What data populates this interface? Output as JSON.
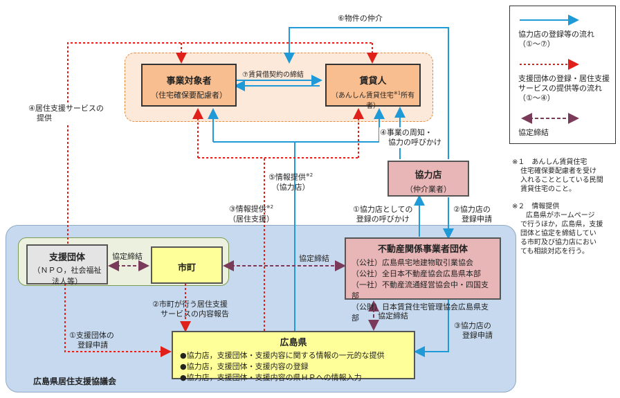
{
  "regions": {
    "council": "広島県居住支援協議会"
  },
  "nodes": {
    "jigyo": {
      "title": "事業対象者",
      "sub": "（住宅確保要配慮者）"
    },
    "chintai": {
      "title": "賃貸人",
      "sub_pre": "（あんしん賃貸住宅",
      "sub_sup": "※1",
      "sub_post": "所有者）"
    },
    "kyoryokuten": {
      "title": "協力店",
      "sub": "（仲介業者）"
    },
    "shien": {
      "title": "支援団体",
      "sub1": "（ＮＰＯ，社会福祉",
      "sub2": "法人等）"
    },
    "shicho": {
      "title": "市町"
    },
    "fudosan": {
      "title": "不動産関係事業者団体",
      "lines": [
        "（公社）広島県宅地建物取引業協会",
        "（公社）全日本不動産協会広島県本部",
        "（一社）不動産流通経営協会中・四国支部",
        "（公財）日本賃貸住宅管理協会広島県支部"
      ]
    },
    "hiroshima": {
      "title": "広島県",
      "lines": [
        "●協力店，支援団体・支援内容に関する情報の一元的な提供",
        "●協力店，支援団体・支援内容の登録",
        "●協力店，支援団体・支援内容の県ＨＰへの情報入力"
      ]
    }
  },
  "labels": {
    "l6": "⑥物件の仲介",
    "l7": "⑦賃貸借契約の締結",
    "l4a": "④居住支援サービスの",
    "l4b": "提供",
    "l4c": "④事業の周知・",
    "l4d": "協力の呼びかけ",
    "l5a": "⑤情報提供",
    "l5sup": "※2",
    "l5b": "（協力店）",
    "l3a": "③情報提供",
    "l3sup": "※2",
    "l3b": "（居住支援）",
    "l1a": "①協力店としての",
    "l1b": "登録の呼びかけ",
    "l2a": "②協力店の",
    "l2b": "登録申請",
    "kyotei1": "協定締結",
    "kyotei2": "協定締結",
    "kyotei3": "協定締結",
    "l2c": "②市町が行う居住支援",
    "l2d": "サービスの内容報告",
    "l1c": "①支援団体の",
    "l1d": "登録申請",
    "l3c": "③協力店の",
    "l3d": "登録申請"
  },
  "legend": {
    "item1a": "協力店の登録等の流れ",
    "item1b": "（①～⑦）",
    "item2a": "支援団体の登録・居住支援",
    "item2b": "サービスの提供等の流れ",
    "item2c": "（①～④）",
    "item3": "協定締結"
  },
  "notes": {
    "n1a": "※１　あんしん賃貸住宅",
    "n1b": "住宅確保要配慮者を受け",
    "n1c": "入れることとしている民間",
    "n1d": "賃貸住宅のこと。",
    "n2a": "※２　情報提供",
    "n2b": "広島県がホームページ",
    "n2c": "で行うほか，広島県，支援",
    "n2d": "団体と協定を締結してい",
    "n2e": "る市町及び協力店におい",
    "n2f": "ても相談対応を行う。"
  },
  "colors": {
    "blue_flow": "#1f9ad6",
    "red_flow": "#e0201b",
    "agreement": "#7a3a5a",
    "council_bg": "#c6d9ee",
    "top_bg": "#fde9d9",
    "orange_node": "#f9be8f",
    "pink_node": "#e8b6b6",
    "yellow_node": "#ffff99",
    "green_bg": "#ebf1de"
  }
}
